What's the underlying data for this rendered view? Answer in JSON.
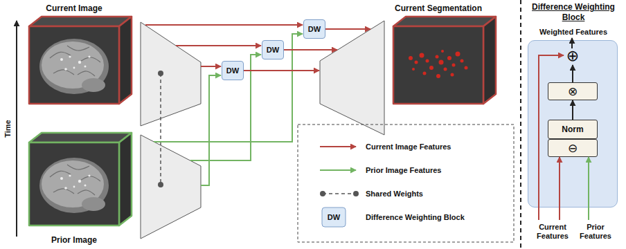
{
  "diagram": {
    "nodes": [
      {
        "text": [
          "Current Image"
        ]
      },
      {
        "text": [
          "Prior Image"
        ]
      },
      {
        "text": [
          "DW"
        ]
      },
      {
        "text": [
          "DW"
        ]
      },
      {
        "text": [
          "DW"
        ]
      },
      {
        "text": [
          "Current Segmentation"
        ]
      },
      {
        "text": [
          "Difference Weighting Block",
          "Weighted Features"
        ]
      },
      {
        "text": [
          "⊕"
        ],
        "in": 6
      },
      {
        "text": [
          "⊗"
        ],
        "in": 6
      },
      {
        "text": [
          "Norm"
        ],
        "in": 6
      },
      {
        "text": [
          "⊖"
        ],
        "in": 6
      }
    ],
    "edges": [
      {
        "from": 9,
        "to": 8,
        "arrow": "to"
      },
      {
        "from": 8,
        "to": 7,
        "arrow": "to"
      }
    ],
    "labels": [
      "Time",
      "DW",
      "Current Features",
      "Prior Features"
    ],
    "legend": [
      {
        "text": "Current Image Features"
      },
      {
        "text": "Prior Image Features"
      },
      {
        "text": "Shared Weights"
      },
      {
        "text": "Difference Weighting Block"
      }
    ]
  }
}
